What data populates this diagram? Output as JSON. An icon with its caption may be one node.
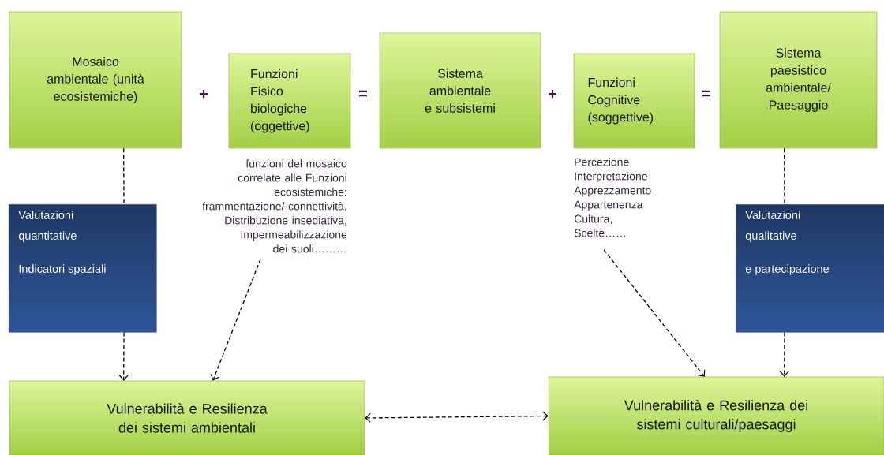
{
  "diagram": {
    "nodes": [
      {
        "text": [
          "Mosaico ambientale (unità ecosistemiche)"
        ]
      },
      {
        "text": [
          "Funzioni Fisico biologiche (oggettive)"
        ]
      },
      {
        "text": [
          "Sistema ambientale e subsistemi"
        ]
      },
      {
        "text": [
          "Funzioni Cognitive (soggettive)"
        ]
      },
      {
        "text": [
          "Sistema paesistico ambientale/ Paesaggio"
        ]
      },
      {
        "text": [
          "Valutazioni quantitative",
          "Indicatori spaziali"
        ]
      },
      {
        "text": [
          "funzioni del mosaico correlate alle Funzioni ecosistemiche: frammentazione/ connettività, Distribuzione insediativa, Impermeabilizzazione dei suoli………"
        ]
      },
      {
        "text": [
          "Percezione Interpretazione Apprezzamento Appartenenza Cultura, Scelte……"
        ]
      },
      {
        "text": [
          "Valutazioni qualitative",
          "e partecipazione"
        ]
      },
      {
        "text": [
          "Vulnerabilità e Resilienza dei sistemi ambientali"
        ]
      },
      {
        "text": [
          "Vulnerabilità e Resilienza dei sistemi culturali/paesaggi"
        ]
      }
    ],
    "edges": [
      {
        "from": 0,
        "to": 5,
        "arrow": "none",
        "style": "dashed"
      },
      {
        "from": 5,
        "to": 9,
        "arrow": "to",
        "style": "dashed"
      },
      {
        "from": 6,
        "to": 9,
        "arrow": "to",
        "style": "dashed"
      },
      {
        "from": 7,
        "to": 10,
        "arrow": "to",
        "style": "dashed"
      },
      {
        "from": 4,
        "to": 8,
        "arrow": "none",
        "style": "dashed"
      },
      {
        "from": 8,
        "to": 10,
        "arrow": "to",
        "style": "dashed"
      },
      {
        "from": 9,
        "to": 10,
        "arrow": "both",
        "style": "dashed"
      }
    ],
    "labels": [
      "+",
      "=",
      "+",
      "="
    ]
  }
}
